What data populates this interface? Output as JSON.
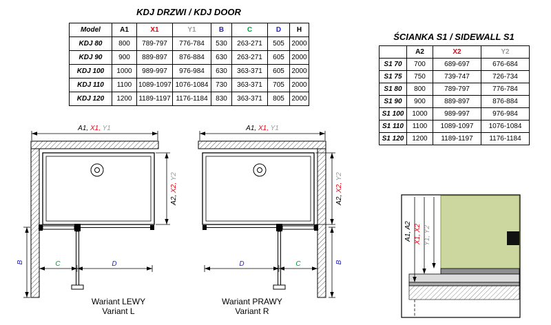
{
  "door_section": {
    "title": "KDJ DRZWI / KDJ DOOR",
    "table": {
      "headers": [
        "Model",
        "A1",
        "X1",
        "Y1",
        "B",
        "C",
        "D",
        "H"
      ],
      "rows": [
        [
          "KDJ 80",
          "800",
          "789-797",
          "776-784",
          "530",
          "263-271",
          "505",
          "2000"
        ],
        [
          "KDJ 90",
          "900",
          "889-897",
          "876-884",
          "630",
          "263-271",
          "605",
          "2000"
        ],
        [
          "KDJ 100",
          "1000",
          "989-997",
          "976-984",
          "630",
          "363-371",
          "605",
          "2000"
        ],
        [
          "KDJ 110",
          "1100",
          "1089-1097",
          "1076-1084",
          "730",
          "363-371",
          "705",
          "2000"
        ],
        [
          "KDJ 120",
          "1200",
          "1189-1197",
          "1176-1184",
          "830",
          "363-371",
          "805",
          "2000"
        ]
      ]
    }
  },
  "sidewall_section": {
    "title": "ŚCIANKA S1 / SIDEWALL S1",
    "table": {
      "headers": [
        "",
        "A2",
        "X2",
        "Y2"
      ],
      "rows": [
        [
          "S1 70",
          "700",
          "689-697",
          "676-684"
        ],
        [
          "S1 75",
          "750",
          "739-747",
          "726-734"
        ],
        [
          "S1 80",
          "800",
          "789-797",
          "776-784"
        ],
        [
          "S1 90",
          "900",
          "889-897",
          "876-884"
        ],
        [
          "S1 100",
          "1000",
          "989-997",
          "976-984"
        ],
        [
          "S1 110",
          "1100",
          "1089-1097",
          "1076-1084"
        ],
        [
          "S1 120",
          "1200",
          "1189-1197",
          "1176-1184"
        ]
      ]
    }
  },
  "diagram_left": {
    "top_label_a": "A1, ",
    "top_label_x": "X1, ",
    "top_label_y": "Y1",
    "side_label_a": "A2, ",
    "side_label_x": "X2, ",
    "side_label_y": "Y2",
    "label_b": "B",
    "label_c": "C",
    "label_d": "D",
    "caption_line1": "Wariant LEWY",
    "caption_line2": "Variant L"
  },
  "diagram_right": {
    "top_label_a": "A1, ",
    "top_label_x": "X1, ",
    "top_label_y": "Y1",
    "side_label_a": "A2, ",
    "side_label_x": "X2, ",
    "side_label_y": "Y2",
    "label_b": "B",
    "label_c": "C",
    "label_d": "D",
    "caption_line1": "Wariant PRAWY",
    "caption_line2": "Variant R"
  },
  "detail_drawing": {
    "label_a": "A1, A2",
    "label_x": "X1, X2",
    "label_y": "Y1, Y2"
  },
  "colors": {
    "dim_red": "#e8000f",
    "dim_blue": "#2222c8",
    "dim_green": "#00a03c",
    "dim_gray": "#9b9b9b",
    "glass_green": "#ccd79f"
  }
}
